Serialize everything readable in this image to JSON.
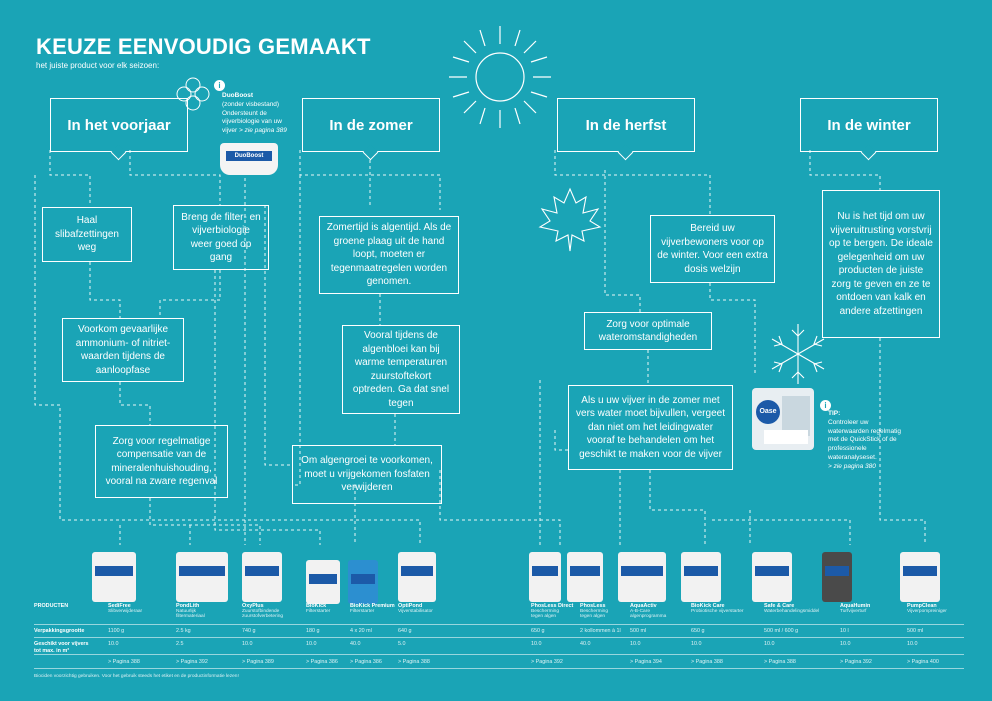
{
  "header": {
    "title": "KEUZE EENVOUDIG GEMAAKT",
    "subtitle": "het juiste product voor elk seizoen:"
  },
  "seasons": [
    {
      "label": "In het voorjaar"
    },
    {
      "label": "In de zomer"
    },
    {
      "label": "In de herfst"
    },
    {
      "label": "In de winter"
    }
  ],
  "duoboost": {
    "badge": "i",
    "title": "DuoBoost",
    "lines": [
      "(zonder visbestand)",
      "Ondersteunt de",
      "vijverbiologie van uw",
      "vijver"
    ],
    "ref": "> zie pagina 389",
    "jar_label": "DuoBoost"
  },
  "tips": {
    "spring": [
      "Haal slibafzettingen weg",
      "Breng de filter- en vijverbiologie weer goed op gang",
      "Voorkom gevaarlijke ammonium- of nitriet-waarden tijdens de aanloopfase",
      "Zorg voor regelmatige compensatie van de mineralenhuishouding, vooral na zware regenval"
    ],
    "summer": [
      "Zomertijd is algentijd. Als de groene plaag uit de hand loopt, moeten er tegenmaatregelen worden genomen.",
      "Vooral tijdens de algenbloei kan bij warme temperaturen zuurstoftekort optreden. Ga dat snel tegen",
      "Om algengroei te voorkomen, moet u vrijgekomen fosfaten verwijderen"
    ],
    "autumn": [
      "Bereid uw vijverbewoners voor op de winter. Voor een extra dosis welzijn",
      "Zorg voor optimale waterom­standigheden",
      "Als u uw vijver in de zomer met vers water moet bijvullen, vergeet dan niet om het leidingwater vooraf te behandelen om het geschikt te maken voor de vijver"
    ],
    "winter": [
      "Nu is het tijd om uw vijveruitrusting vorstvrij op te bergen. De ideale gelegenheid om uw producten de juiste zorg te geven en ze te ontdoen van kalk en andere afzettingen"
    ]
  },
  "tip_box": {
    "badge": "i",
    "title": "TIP:",
    "lines": [
      "Controleer uw",
      "waterwaarden regelmatig",
      "met de QuickStick of de",
      "professionele",
      "wateranalyseset."
    ],
    "ref": "> zie pagina 380",
    "brand": "Oase"
  },
  "table": {
    "row_labels": {
      "products": "PRODUCTEN",
      "packaging": "Verpakkingsgrootte",
      "suitable": "Geschikt voor vijvers",
      "suitable2": "tot max. in m³"
    },
    "products": [
      {
        "name": "SediFree",
        "desc": "Slibverwijderaar",
        "pack": "1100 g",
        "vol": "10.0",
        "ref": "> Pagina 388",
        "color": "#f2f2f2"
      },
      {
        "name": "PondLith",
        "desc": "Natuurlijk\nfiltermateriaal",
        "pack": "2.5 kg",
        "vol": "2.5",
        "ref": "> Pagina 392",
        "color": "#f2f2f2"
      },
      {
        "name": "OxyPlus",
        "desc": "Zuurstofbindende\nzuurstofverbetering",
        "pack": "740 g",
        "vol": "10.0",
        "ref": "> Pagina 389",
        "color": "#f2f2f2"
      },
      {
        "name": "BioKick",
        "desc": "Filterstarter",
        "pack": "180 g",
        "vol": "10.0",
        "ref": "> Pagina 386",
        "color": "#f2f2f2"
      },
      {
        "name": "BioKick Premium",
        "desc": "Filterstarter",
        "pack": "4 x 20 ml",
        "vol": "40.0",
        "ref": "> Pagina 386",
        "color": "#2c8fd0"
      },
      {
        "name": "OptiPond",
        "desc": "Vijverstabilisator",
        "pack": "640 g",
        "vol": "5.0",
        "ref": "> Pagina 388",
        "color": "#f2f2f2"
      },
      {
        "name": "PhosLess Direct",
        "desc": "Bescherming\ntegen algen",
        "pack": "650 g",
        "vol": "10.0",
        "ref": "> Pagina 392",
        "color": "#f2f2f2"
      },
      {
        "name": "PhosLess",
        "desc": "Bescherming\ntegen algen",
        "pack": "2 kollommen à 1l",
        "vol": "40.0",
        "ref": "",
        "color": "#f2f2f2"
      },
      {
        "name": "AquaActiv",
        "desc": "A-B-Care\nalgenprogramma",
        "pack": "500 ml",
        "vol": "10.0",
        "ref": "> Pagina 394",
        "color": "#f2f2f2"
      },
      {
        "name": "BioKick Care",
        "desc": "Probiotische vijverstarter",
        "pack": "650 g",
        "vol": "10.0",
        "ref": "> Pagina 388",
        "color": "#f2f2f2"
      },
      {
        "name": "Safe & Care",
        "desc": "Waterbehandelingsmiddel",
        "pack": "500 ml / 600 g",
        "vol": "10.0",
        "ref": "> Pagina 388",
        "color": "#f2f2f2"
      },
      {
        "name": "AquaHumin",
        "desc": "Turfvijverturf",
        "pack": "10 l",
        "vol": "10.0",
        "ref": "> Pagina 392",
        "color": "#4a4a4a"
      },
      {
        "name": "PumpClean",
        "desc": "Vijverpompreiniger",
        "pack": "500 ml",
        "vol": "10.0",
        "ref": "> Pagina 400",
        "color": "#f2f2f2"
      }
    ],
    "footnote": "Biociden voorzichtig gebruiken. Voor het gebruik steeds het etiket en de productinformatie lezen!"
  }
}
